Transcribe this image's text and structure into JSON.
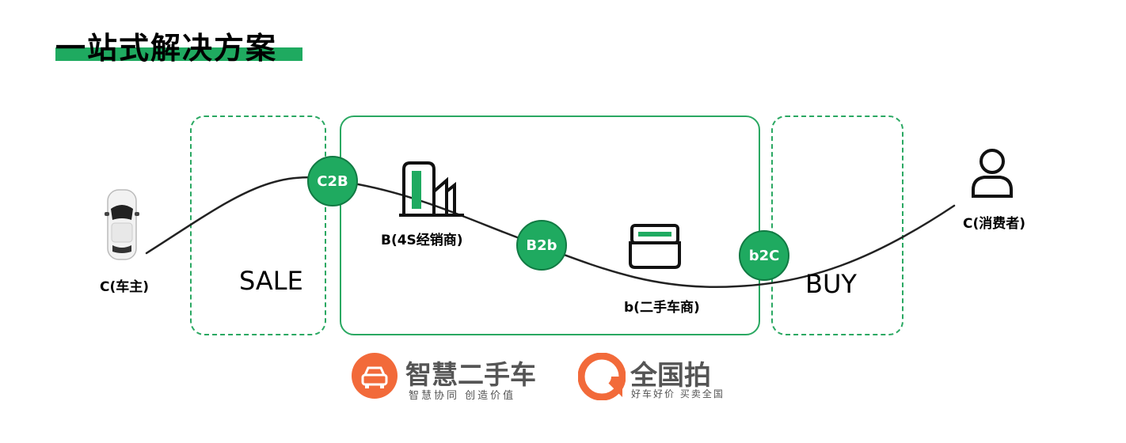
{
  "title": "一站式解决方案",
  "zones": {
    "sale": "SALE",
    "buy": "BUY"
  },
  "nodes": {
    "c2b": "C2B",
    "b2b": "B2b",
    "b2c": "b2C"
  },
  "actors": {
    "owner": "C(车主)",
    "dealer_4s": "B(4S经销商)",
    "used_car_dealer": "b(二手车商)",
    "consumer": "C(消费者)"
  },
  "logos": {
    "zhihui": {
      "name": "智慧二手车",
      "tagline": "智慧协同 创造价值"
    },
    "quanguopai": {
      "name": "全国拍",
      "tagline": "好车好价 买卖全国"
    }
  },
  "colors": {
    "accent": "#1faa60",
    "brand_orange": "#f26a3a"
  }
}
